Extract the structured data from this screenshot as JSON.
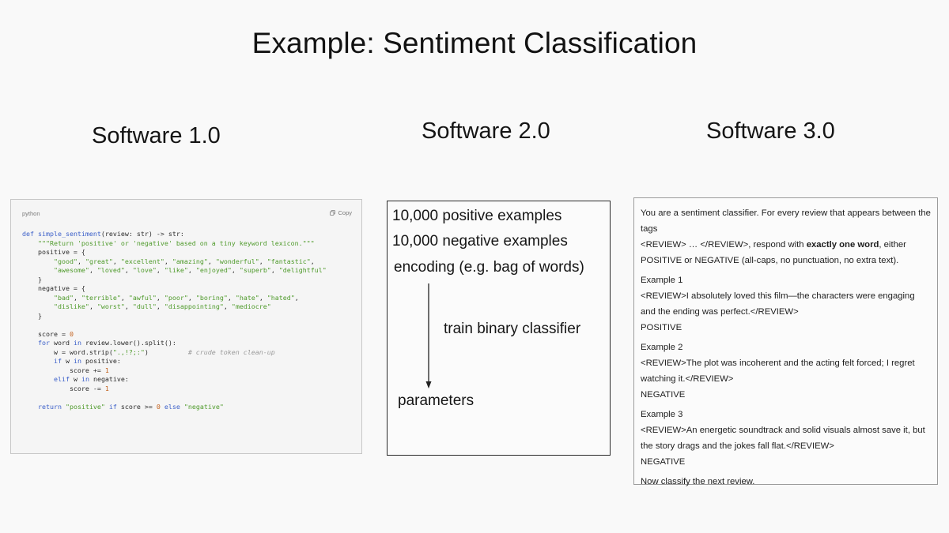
{
  "slide": {
    "title": "Example: Sentiment Classification"
  },
  "columns": {
    "software1": {
      "heading": "Software 1.0"
    },
    "software2": {
      "heading": "Software 2.0"
    },
    "software3": {
      "heading": "Software 3.0"
    }
  },
  "code_panel": {
    "language": "python",
    "copy_label": "Copy",
    "copy_icon": "copy-icon",
    "lines": [
      [
        [
          "kw",
          "def "
        ],
        [
          "fn",
          "simple_sentiment"
        ],
        [
          "p",
          "(review: str) -> str:"
        ]
      ],
      [
        [
          "p",
          "    "
        ],
        [
          "doc",
          "\"\"\"Return 'positive' or 'negative' based on a tiny keyword lexicon.\"\"\""
        ]
      ],
      [
        [
          "p",
          "    positive = {"
        ]
      ],
      [
        [
          "p",
          "        "
        ],
        [
          "str",
          "\"good\""
        ],
        [
          "p",
          ", "
        ],
        [
          "str",
          "\"great\""
        ],
        [
          "p",
          ", "
        ],
        [
          "str",
          "\"excellent\""
        ],
        [
          "p",
          ", "
        ],
        [
          "str",
          "\"amazing\""
        ],
        [
          "p",
          ", "
        ],
        [
          "str",
          "\"wonderful\""
        ],
        [
          "p",
          ", "
        ],
        [
          "str",
          "\"fantastic\""
        ],
        [
          "p",
          ","
        ]
      ],
      [
        [
          "p",
          "        "
        ],
        [
          "str",
          "\"awesome\""
        ],
        [
          "p",
          ", "
        ],
        [
          "str",
          "\"loved\""
        ],
        [
          "p",
          ", "
        ],
        [
          "str",
          "\"love\""
        ],
        [
          "p",
          ", "
        ],
        [
          "str",
          "\"like\""
        ],
        [
          "p",
          ", "
        ],
        [
          "str",
          "\"enjoyed\""
        ],
        [
          "p",
          ", "
        ],
        [
          "str",
          "\"superb\""
        ],
        [
          "p",
          ", "
        ],
        [
          "str",
          "\"delightful\""
        ]
      ],
      [
        [
          "p",
          "    }"
        ]
      ],
      [
        [
          "p",
          "    negative = {"
        ]
      ],
      [
        [
          "p",
          "        "
        ],
        [
          "str",
          "\"bad\""
        ],
        [
          "p",
          ", "
        ],
        [
          "str",
          "\"terrible\""
        ],
        [
          "p",
          ", "
        ],
        [
          "str",
          "\"awful\""
        ],
        [
          "p",
          ", "
        ],
        [
          "str",
          "\"poor\""
        ],
        [
          "p",
          ", "
        ],
        [
          "str",
          "\"boring\""
        ],
        [
          "p",
          ", "
        ],
        [
          "str",
          "\"hate\""
        ],
        [
          "p",
          ", "
        ],
        [
          "str",
          "\"hated\""
        ],
        [
          "p",
          ","
        ]
      ],
      [
        [
          "p",
          "        "
        ],
        [
          "str",
          "\"dislike\""
        ],
        [
          "p",
          ", "
        ],
        [
          "str",
          "\"worst\""
        ],
        [
          "p",
          ", "
        ],
        [
          "str",
          "\"dull\""
        ],
        [
          "p",
          ", "
        ],
        [
          "str",
          "\"disappointing\""
        ],
        [
          "p",
          ", "
        ],
        [
          "str",
          "\"mediocre\""
        ]
      ],
      [
        [
          "p",
          "    }"
        ]
      ],
      [
        [
          "p",
          ""
        ]
      ],
      [
        [
          "p",
          "    score = "
        ],
        [
          "num",
          "0"
        ]
      ],
      [
        [
          "p",
          "    "
        ],
        [
          "kw",
          "for"
        ],
        [
          "p",
          " word "
        ],
        [
          "kw",
          "in"
        ],
        [
          "p",
          " review.lower().split():"
        ]
      ],
      [
        [
          "p",
          "        w = word.strip("
        ],
        [
          "str",
          "\".,!?;:\""
        ],
        [
          "p",
          ")          "
        ],
        [
          "cm",
          "# crude token clean-up"
        ]
      ],
      [
        [
          "p",
          "        "
        ],
        [
          "kw",
          "if"
        ],
        [
          "p",
          " w "
        ],
        [
          "kw",
          "in"
        ],
        [
          "p",
          " positive:"
        ]
      ],
      [
        [
          "p",
          "            score += "
        ],
        [
          "num",
          "1"
        ]
      ],
      [
        [
          "p",
          "        "
        ],
        [
          "kw",
          "elif"
        ],
        [
          "p",
          " w "
        ],
        [
          "kw",
          "in"
        ],
        [
          "p",
          " negative:"
        ]
      ],
      [
        [
          "p",
          "            score -= "
        ],
        [
          "num",
          "1"
        ]
      ],
      [
        [
          "p",
          ""
        ]
      ],
      [
        [
          "p",
          "    "
        ],
        [
          "kw",
          "return"
        ],
        [
          "p",
          " "
        ],
        [
          "str",
          "\"positive\""
        ],
        [
          "p",
          " "
        ],
        [
          "kw",
          "if"
        ],
        [
          "p",
          " score >= "
        ],
        [
          "num",
          "0"
        ],
        [
          "p",
          " "
        ],
        [
          "kw",
          "else"
        ],
        [
          "p",
          " "
        ],
        [
          "str",
          "\"negative\""
        ]
      ]
    ]
  },
  "panel2": {
    "line1": "10,000 positive examples",
    "line2": "10,000 negative examples",
    "line3": "encoding (e.g. bag of words)",
    "train_label": "train binary classifier",
    "result_label": "parameters",
    "arrow_icon": "arrow-down-icon"
  },
  "panel3": {
    "intro_line1": "You are a sentiment classifier. For every review that appears between the tags",
    "intro_line2_pre": "<REVIEW> … </REVIEW>, respond with ",
    "intro_line2_bold": "exactly one word",
    "intro_line2_post": ", either",
    "intro_line3": "POSITIVE or NEGATIVE (all-caps, no punctuation, no extra text).",
    "examples": [
      {
        "label": "Example 1",
        "review": "<REVIEW>I absolutely loved this film—the characters were engaging and the ending was perfect.</REVIEW>",
        "answer": "POSITIVE"
      },
      {
        "label": "Example 2",
        "review": "<REVIEW>The plot was incoherent and the acting felt forced; I regret watching it.</REVIEW>",
        "answer": "NEGATIVE"
      },
      {
        "label": "Example 3",
        "review": "<REVIEW>An energetic soundtrack and solid visuals almost save it, but the story drags and the jokes fall flat.</REVIEW>",
        "answer": "NEGATIVE"
      }
    ],
    "closing": "Now classify the next review."
  }
}
